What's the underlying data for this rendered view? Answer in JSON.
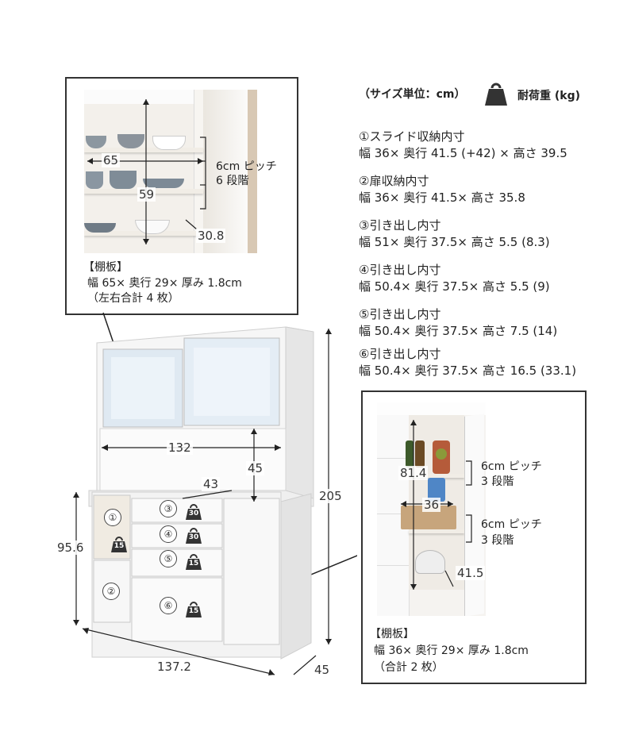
{
  "header": {
    "size_unit": "（サイズ単位：cm）",
    "load_label": "耐荷重 (kg)"
  },
  "specs": [
    {
      "title": "①スライド収納内寸",
      "value": "幅 36× 奥行 41.5 (+42) × 高さ 39.5"
    },
    {
      "title": "②扉収納内寸",
      "value": "幅 36× 奥行 41.5× 高さ 35.8"
    },
    {
      "title": "③引き出し内寸",
      "value": "幅 51× 奥行 37.5× 高さ 5.5 (8.3)"
    },
    {
      "title": "④引き出し内寸",
      "value": "幅 50.4× 奥行 37.5× 高さ 5.5 (9)"
    },
    {
      "title": "⑤引き出し内寸",
      "value": "幅 50.4× 奥行 37.5× 高さ 7.5 (14)"
    },
    {
      "title": "⑥引き出し内寸",
      "value": "幅 50.4× 奥行 37.5× 高さ 16.5 (33.1)"
    }
  ],
  "top_detail": {
    "dims": {
      "width": "65",
      "height": "59",
      "depth": "30.8"
    },
    "pitch_line1": "6cm ピッチ",
    "pitch_line2": "6 段階",
    "shelf_title": "【棚板】",
    "shelf_line1": "幅 65× 奥行 29× 厚み 1.8cm",
    "shelf_line2": "（左右合計 4 枚）"
  },
  "side_detail": {
    "dims": {
      "height": "81.4",
      "width": "36",
      "depth": "41.5"
    },
    "pitch_a_line1": "6cm ピッチ",
    "pitch_a_line2": "3 段階",
    "pitch_b_line1": "6cm ピッチ",
    "pitch_b_line2": "3 段階",
    "shelf_title": "【棚板】",
    "shelf_line1": "幅 36× 奥行 29× 厚み 1.8cm",
    "shelf_line2": "（合計 2 枚）"
  },
  "cabinet": {
    "dims": {
      "inner_width": "132",
      "counter_height": "45",
      "counter_depth": "43",
      "total_height": "205",
      "lower_height": "95.6",
      "total_width": "137.2",
      "total_depth": "45"
    },
    "compartments": [
      {
        "num": "①",
        "weight": "15"
      },
      {
        "num": "②",
        "weight": ""
      },
      {
        "num": "③",
        "weight": "30"
      },
      {
        "num": "④",
        "weight": "30"
      },
      {
        "num": "⑤",
        "weight": "15"
      },
      {
        "num": "⑥",
        "weight": "15"
      }
    ]
  },
  "colors": {
    "line": "#333333",
    "cabinet_white": "#f4f4f4",
    "glass": "#dfe9f2"
  }
}
